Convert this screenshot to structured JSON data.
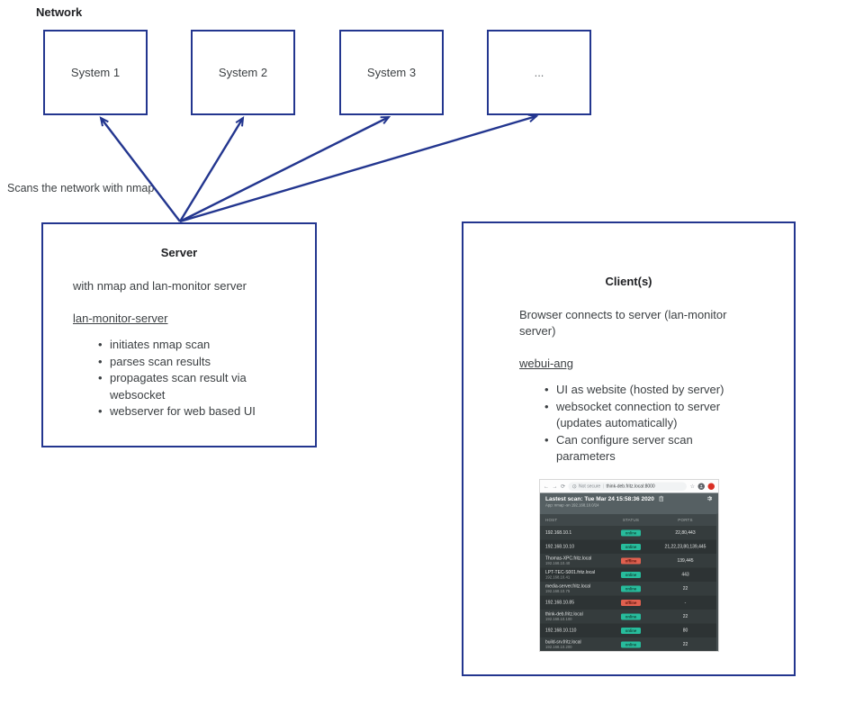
{
  "colors": {
    "accent": "#23368f",
    "online": "#27bc9c",
    "offline": "#e0604f",
    "panel": "#2e3435"
  },
  "network": {
    "title": "Network",
    "systems": [
      "System 1",
      "System 2",
      "System 3",
      "..."
    ]
  },
  "scan_label": "Scans the network with nmap",
  "server": {
    "title": "Server",
    "line": "with nmap and lan-monitor server",
    "component": "lan-monitor-server",
    "bullets": [
      "initiates nmap scan",
      "parses scan results",
      "propagates scan result via websocket",
      "webserver for web based UI"
    ]
  },
  "clients": {
    "title": "Client(s)",
    "line": "Browser connects to server (lan-monitor server)",
    "component": "webui-ang",
    "bullets": [
      "UI as website (hosted by server)",
      "websocket connection to server (updates automatically)",
      "Can configure server scan parameters"
    ]
  },
  "browser": {
    "back": "←",
    "forward": "→",
    "reload": "⟳",
    "security": "Not secure",
    "url": "think-deb.fritz.local:8000",
    "star": "☆",
    "avatar_glyph": "👤"
  },
  "app": {
    "header": "Lastest scan: Tue Mar 24 15:58:36 2020",
    "subheader": "App: nmap -sn 192.168.10.0/24",
    "columns": [
      "HOST",
      "STATUS",
      "PORTS"
    ],
    "rows": [
      {
        "host": "192.168.10.1",
        "ip": "",
        "status": "online",
        "ports": "22,80,443"
      },
      {
        "host": "192.168.10.10",
        "ip": "",
        "status": "online",
        "ports": "21,22,23,80,139,445"
      },
      {
        "host": "Thomas-XPC.fritz.local",
        "ip": "192.168.10.40",
        "status": "offline",
        "ports": "139,445"
      },
      {
        "host": "LPT-TEC-S001.fritz.local",
        "ip": "192.168.10.41",
        "status": "online",
        "ports": "443"
      },
      {
        "host": "media-server.fritz.local",
        "ip": "192.168.10.75",
        "status": "online",
        "ports": "22"
      },
      {
        "host": "192.168.10.85",
        "ip": "",
        "status": "offline",
        "ports": "-"
      },
      {
        "host": "think-deb.fritz.local",
        "ip": "192.168.10.100",
        "status": "online",
        "ports": "22"
      },
      {
        "host": "192.168.10.110",
        "ip": "",
        "status": "online",
        "ports": "80"
      },
      {
        "host": "build-srv.fritz.local",
        "ip": "192.168.10.200",
        "status": "online",
        "ports": "22"
      }
    ]
  }
}
